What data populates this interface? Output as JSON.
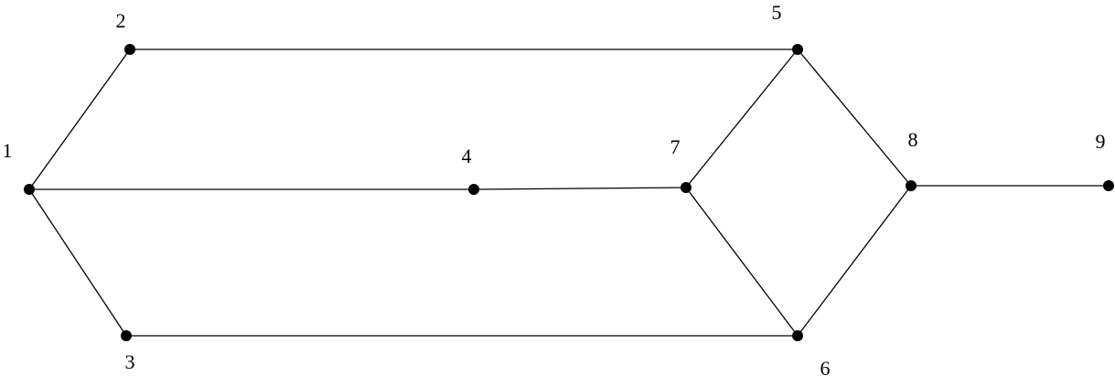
{
  "graph": {
    "colors": {
      "ink": "#000000",
      "background": "#ffffff"
    },
    "nodes": [
      {
        "id": "1",
        "label": "1"
      },
      {
        "id": "2",
        "label": "2"
      },
      {
        "id": "3",
        "label": "3"
      },
      {
        "id": "4",
        "label": "4"
      },
      {
        "id": "5",
        "label": "5"
      },
      {
        "id": "6",
        "label": "6"
      },
      {
        "id": "7",
        "label": "7"
      },
      {
        "id": "8",
        "label": "8"
      },
      {
        "id": "9",
        "label": "9"
      }
    ],
    "edges": [
      {
        "from": "1",
        "to": "2"
      },
      {
        "from": "1",
        "to": "4"
      },
      {
        "from": "1",
        "to": "3"
      },
      {
        "from": "2",
        "to": "5"
      },
      {
        "from": "4",
        "to": "7"
      },
      {
        "from": "3",
        "to": "6"
      },
      {
        "from": "7",
        "to": "5"
      },
      {
        "from": "7",
        "to": "6"
      },
      {
        "from": "5",
        "to": "8"
      },
      {
        "from": "6",
        "to": "8"
      },
      {
        "from": "8",
        "to": "9"
      }
    ]
  }
}
